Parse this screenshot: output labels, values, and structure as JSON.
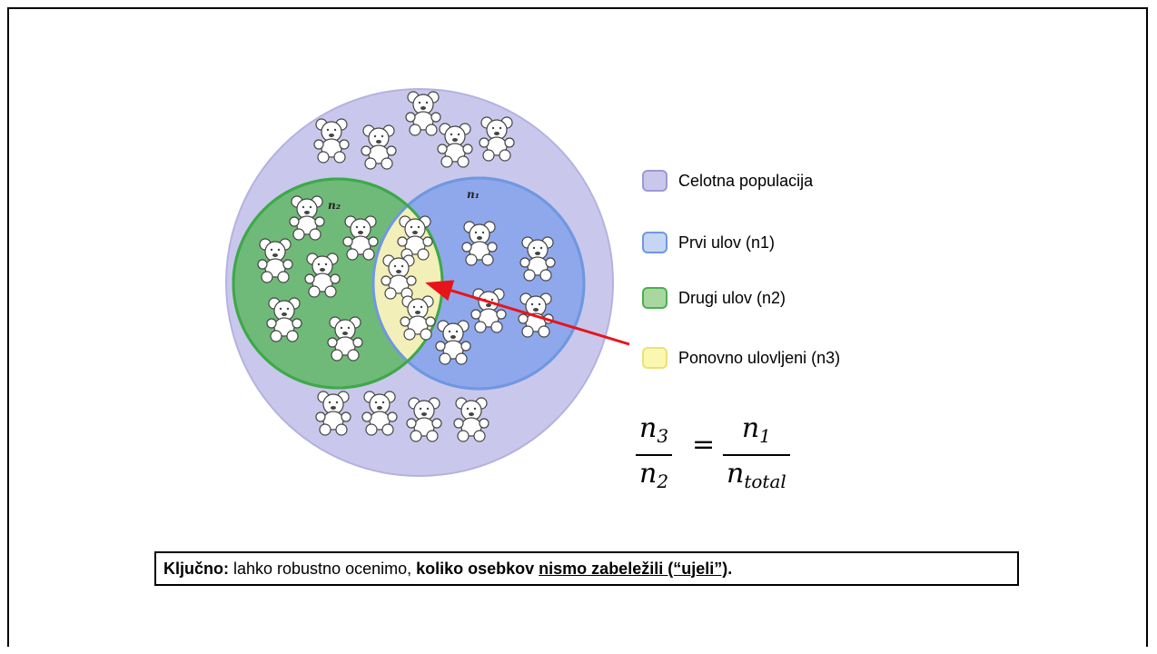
{
  "diagram": {
    "label_n2": "n₂",
    "label_n1": "n₁"
  },
  "legend": [
    {
      "label": "Celotna populacija",
      "fill": "#c9c8ec",
      "border": "#9a9ad8"
    },
    {
      "label": "Prvi ulov (n1)",
      "fill": "#c5d6f5",
      "border": "#6f98e0"
    },
    {
      "label": "Drugi ulov (n2)",
      "fill": "#a8d8a0",
      "border": "#4caf50"
    },
    {
      "label": "Ponovno ulovljeni (n3)",
      "fill": "#fbf7b0",
      "border": "#e9e27a"
    }
  ],
  "formula": {
    "left_num_base": "n",
    "left_num_sub": "3",
    "left_den_base": "n",
    "left_den_sub": "2",
    "equals": "=",
    "right_num_base": "n",
    "right_num_sub": "1",
    "right_den_base": "n",
    "right_den_sub": "total"
  },
  "key": {
    "bold_lead": "Ključno:",
    "text": " lahko robustno ocenimo, ",
    "bold_text": "koliko osebkov ",
    "underlined": "nismo zabeležili (“ujeli”)",
    "end": "."
  },
  "colors": {
    "population": "#c9c8ec",
    "catch1": "#8fa8ec",
    "catch2": "#6fba78",
    "overlap": "#f3efb8",
    "arrow": "#e8141b"
  },
  "icons": [
    "teddy-bear-icon"
  ]
}
